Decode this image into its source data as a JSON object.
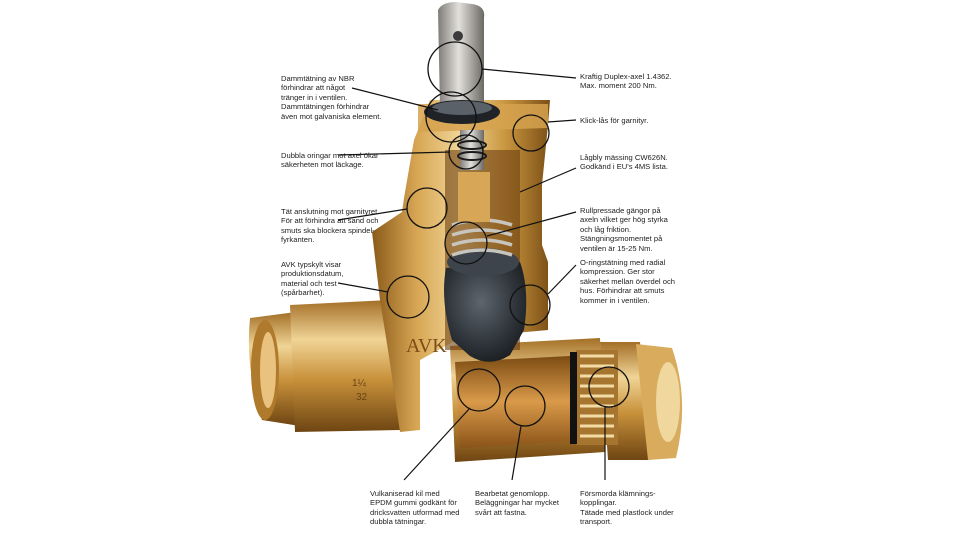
{
  "annotations": [
    {
      "id": "seal-nbr",
      "text": "Dammtätning av NBR\nförhindrar att något\ntränger in i ventilen.\nDammtätningen förhindrar\näven mot galvaniska element."
    },
    {
      "id": "double-orings",
      "text": "Dubbla oringar mot axel ökar\nsäkerheten mot läckage."
    },
    {
      "id": "tight-connection",
      "text": "Tät anslutning mot garnityret.\nFör att förhindra att sand och\nsmuts ska blockera spindel-\nfyrkanten."
    },
    {
      "id": "avk-typeskylt",
      "text": "AVK typskylt visar\nproduktionsdatum,\nmaterial och test\n(spårbarhet)."
    },
    {
      "id": "duplex-axle",
      "text": "Kraftig Duplex-axel 1.4362.\nMax. moment 200 Nm."
    },
    {
      "id": "click-lock",
      "text": "Klick-lås för garnityr."
    },
    {
      "id": "brass",
      "text": "Lågbly mässing CW626N.\nGodkänd i EU's 4MS lista."
    },
    {
      "id": "rolled-threads",
      "text": "Rullpressade gängor på\naxeln vilket ger hög styrka\noch låg friktion.\nStängningsmomentet på\nventilen är 15-25 Nm."
    },
    {
      "id": "oring-seal",
      "text": "O-ringstätning med radial\nkompression. Ger stor\nsäkerhet mellan överdel och\nhus. Förhindrar att smuts\nkommer in i ventilen."
    },
    {
      "id": "vulcanized-wedge",
      "text": "Vulkaniserad kil med\nEPDM gummi godkänt för\ndricksvatten utformad med\ndubbla tätningar."
    },
    {
      "id": "machined-bore",
      "text": "Bearbetat genomlopp.\nBeläggningar har mycket\nsvårt att fastna."
    },
    {
      "id": "compression-couplings",
      "text": "Försmorda klämnings-\nkopplingar.\nTätade med plastlock under\ntransport."
    }
  ],
  "valve_markings": {
    "size": "1¼",
    "dn": "32",
    "logo": "AVK"
  },
  "colors": {
    "brass_light": "#e9c98a",
    "brass_mid": "#c9963f",
    "brass_dark": "#8a5a1a",
    "steel": "#b9b6b1",
    "rubber": "#2d3238"
  }
}
